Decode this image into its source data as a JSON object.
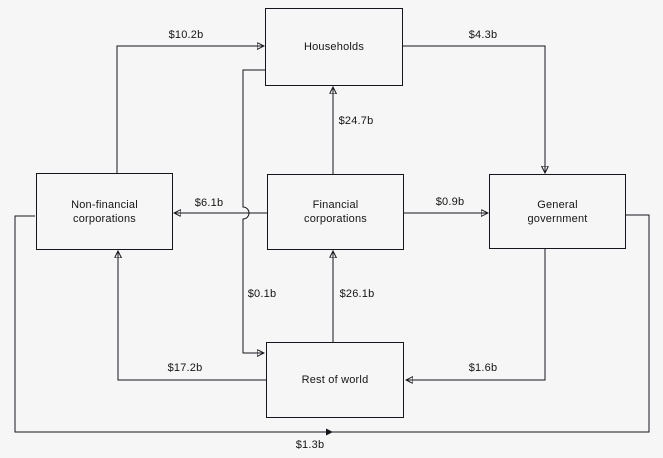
{
  "diagram": {
    "description": "Inter-sectoral financial flows diagram",
    "colors": {
      "background": "#f5f6f5",
      "line": "#15151d",
      "text": "#151515"
    },
    "nodes": [
      {
        "id": "households",
        "label": "Households"
      },
      {
        "id": "non_financial_corporations",
        "label": "Non-financial\ncorporations"
      },
      {
        "id": "financial_corporations",
        "label": "Financial\ncorporations"
      },
      {
        "id": "general_government",
        "label": "General\ngovernment"
      },
      {
        "id": "rest_of_world",
        "label": "Rest of world"
      }
    ],
    "flows": [
      {
        "from": "non_financial_corporations",
        "to": "households",
        "value": "$10.2b"
      },
      {
        "from": "households",
        "to": "general_government",
        "value": "$4.3b"
      },
      {
        "from": "financial_corporations",
        "to": "households",
        "value": "$24.7b"
      },
      {
        "from": "financial_corporations",
        "to": "non_financial_corporations",
        "value": "$6.1b"
      },
      {
        "from": "financial_corporations",
        "to": "general_government",
        "value": "$0.9b"
      },
      {
        "from": "households",
        "to": "rest_of_world",
        "value": "$0.1b"
      },
      {
        "from": "rest_of_world",
        "to": "financial_corporations",
        "value": "$26.1b"
      },
      {
        "from": "rest_of_world",
        "to": "non_financial_corporations",
        "value": "$17.2b"
      },
      {
        "from": "general_government",
        "to": "rest_of_world",
        "value": "$1.6b"
      },
      {
        "from": "non_financial_corporations",
        "to": "general_government",
        "value": "$1.3b"
      }
    ]
  }
}
